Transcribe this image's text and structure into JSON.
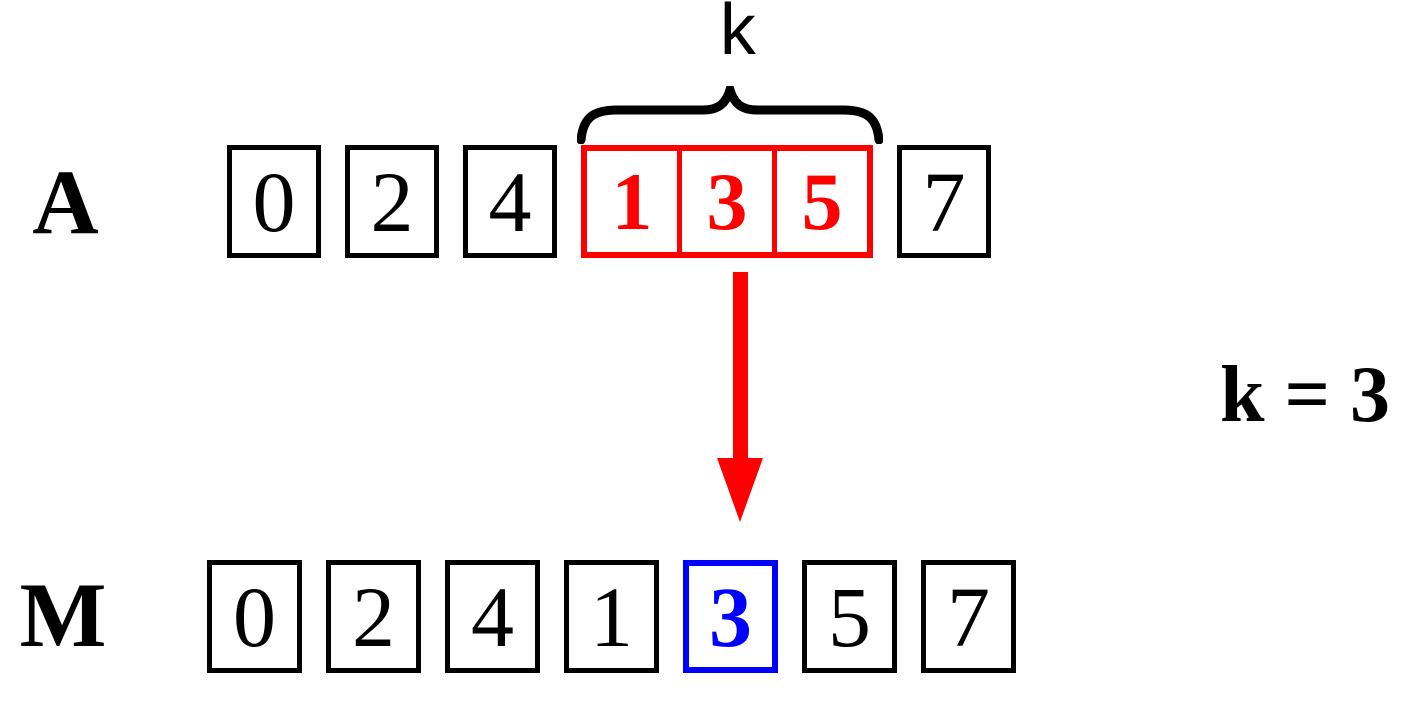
{
  "rows": {
    "a": {
      "label": "A",
      "pre_cells": [
        "0",
        "2",
        "4"
      ],
      "window_cells": [
        "1",
        "3",
        "5"
      ],
      "post_cells": [
        "7"
      ]
    },
    "m": {
      "label": "M",
      "cells": [
        "0",
        "2",
        "4",
        "1",
        "3",
        "5",
        "7"
      ],
      "highlighted_index": 4,
      "highlighted_value": "3"
    }
  },
  "window": {
    "label": "k",
    "size_annotation": "k = 3"
  },
  "colors": {
    "red": "#ff0000",
    "blue": "#0000ff",
    "ink": "#000000",
    "bg": "#ffffff"
  }
}
